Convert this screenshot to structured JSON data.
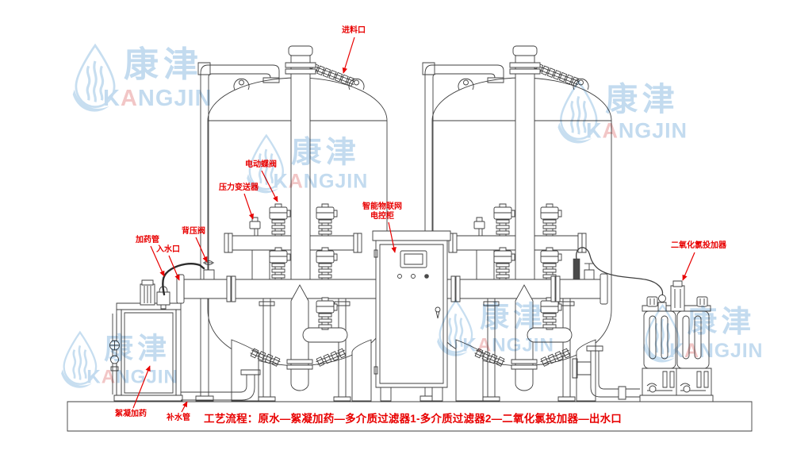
{
  "colors": {
    "label_red": "#e80000",
    "line_gray": "#3f3f3f",
    "watermark_blue": "#b9d5ec",
    "watermark_accent_pink": "#f0bcbc"
  },
  "watermark": {
    "cn": "康津",
    "en_k": "K",
    "en_a": "A",
    "en_rest": "NGJIN"
  },
  "component_labels": {
    "feed_inlet": "进料口",
    "electric_butterfly_valve": "电动蝶阀",
    "pressure_transmitter": "压力变送器",
    "iot_cabinet_line1": "智能物联网",
    "iot_cabinet_line2": "电控柜",
    "back_pressure_valve": "背压阀",
    "dosing_pipe": "加药管",
    "water_inlet": "入水口",
    "clo2_feeder": "二氧化氯投加器",
    "flocculant_dosing": "絮凝加药",
    "makeup_water_pipe": "补水管"
  },
  "process_flow": {
    "text": "工艺流程：原水—絮凝加药—多介质过滤器1-多介质过滤器2—二氧化氯投加器—出水口"
  }
}
